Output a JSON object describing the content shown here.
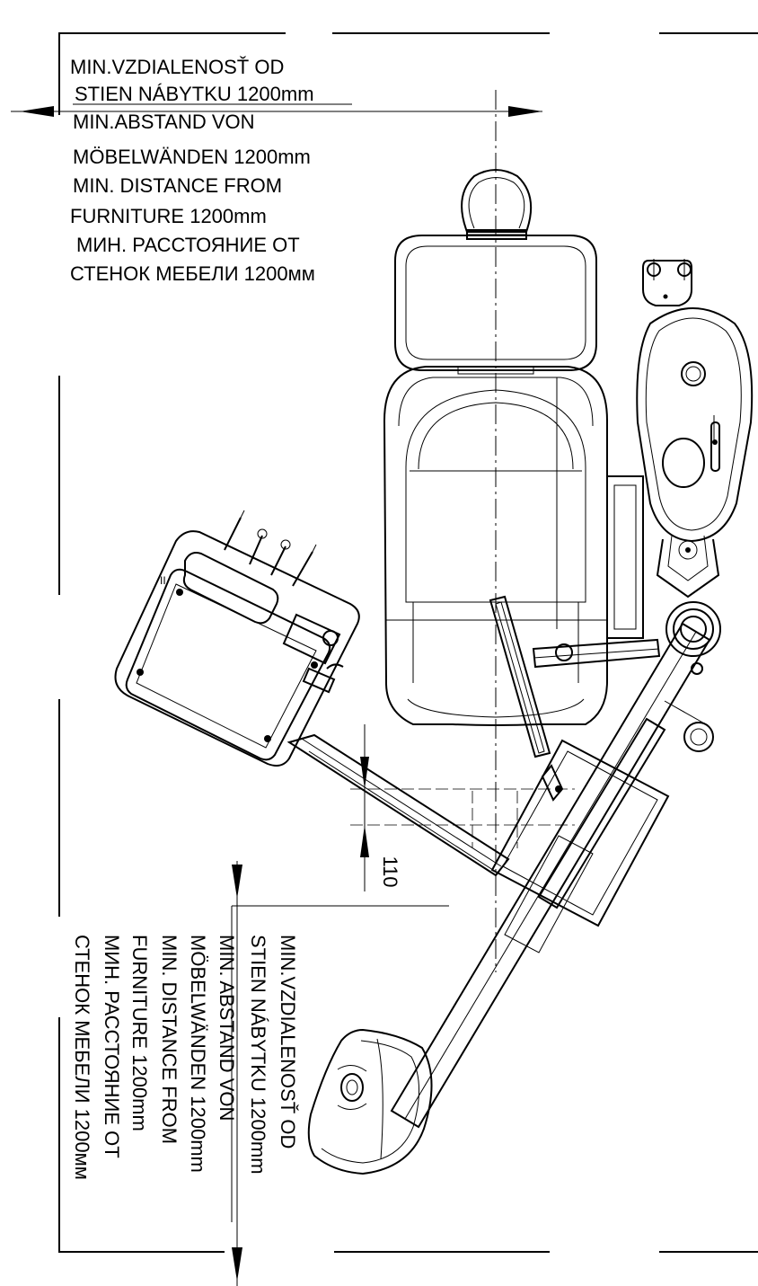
{
  "clearance_note_top": {
    "lines": [
      "MIN.VZDIALENOSŤ OD",
      "STIEN NÁBYTKU 1200mm",
      "MIN.ABSTAND VON",
      "MÖBELWÄNDEN 1200mm",
      "MIN. DISTANCE FROM",
      "FURNITURE 1200mm",
      "МИН. РАССТОЯНИЕ ОТ",
      "СТЕНОК МЕБЕЛИ 1200мм"
    ]
  },
  "clearance_note_bottom": {
    "lines": [
      "MIN.VZDIALENOSŤ OD",
      "STIEN NÁBYTKU 1200mm",
      "MIN. ABSTAND VON",
      "MÖBELWÄNDEN 1200mm",
      "MIN. DISTANCE FROM",
      "FURNITURE 1200mm",
      "МИН. РАССТОЯНИЕ ОТ",
      "СТЕНОК МЕБЕЛИ 1200мм"
    ]
  },
  "dimension": {
    "value": "110"
  }
}
